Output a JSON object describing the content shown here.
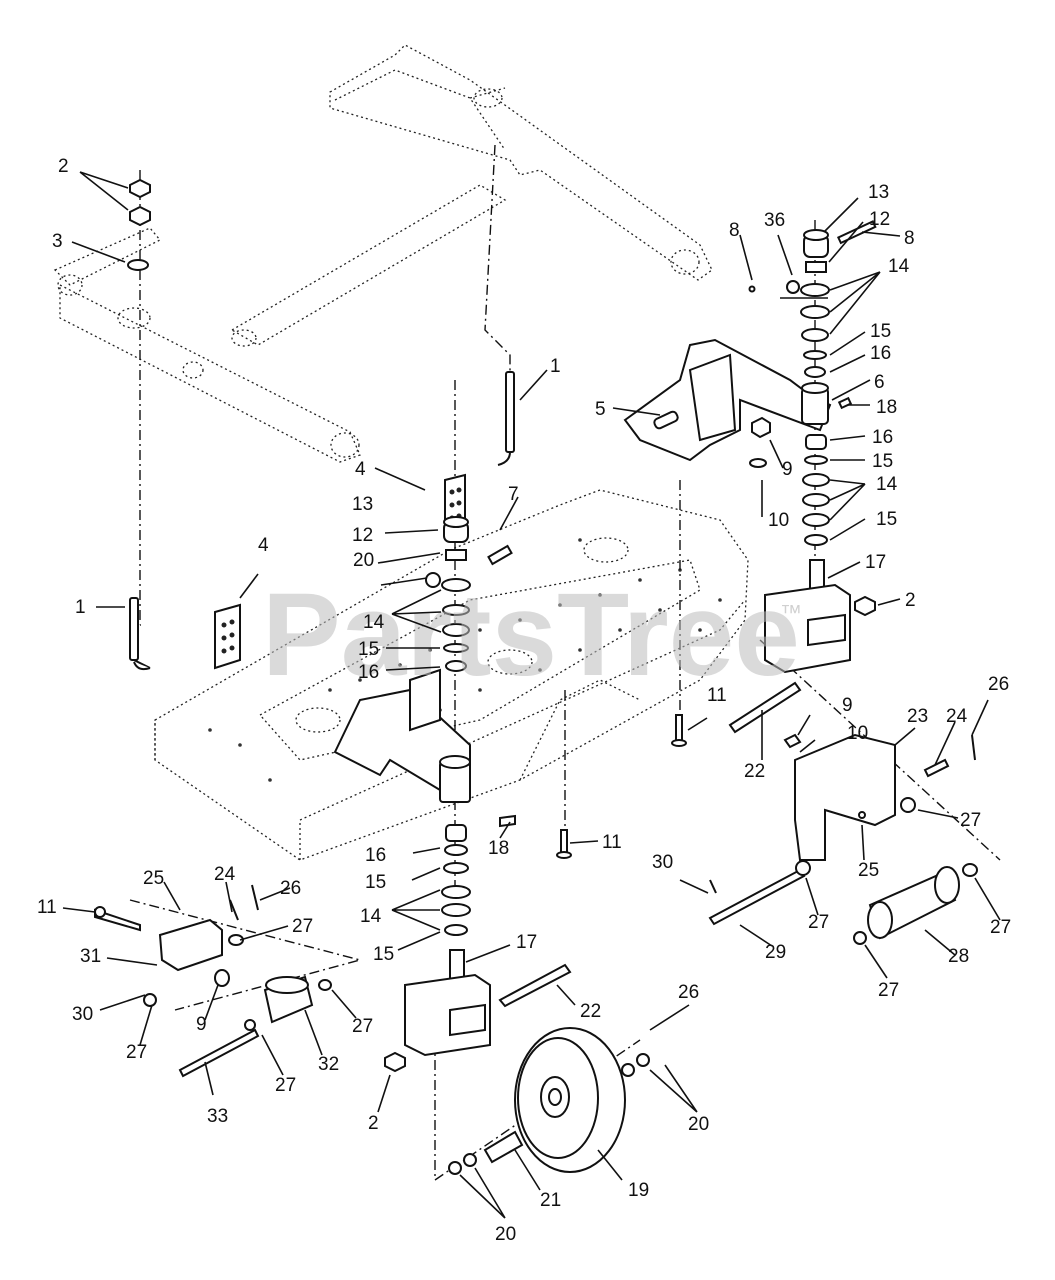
{
  "watermark": {
    "text": "PartsTree",
    "mark": "™"
  },
  "callouts": [
    {
      "id": "c-2a",
      "label": "2"
    },
    {
      "id": "c-3",
      "label": "3"
    },
    {
      "id": "c-1a",
      "label": "1"
    },
    {
      "id": "c-1b",
      "label": "1"
    },
    {
      "id": "c-4a",
      "label": "4"
    },
    {
      "id": "c-4b",
      "label": "4"
    },
    {
      "id": "c-13a",
      "label": "13"
    },
    {
      "id": "c-12a",
      "label": "12"
    },
    {
      "id": "c-20a",
      "label": "20"
    },
    {
      "id": "c-7",
      "label": "7"
    },
    {
      "id": "c-14a",
      "label": "14"
    },
    {
      "id": "c-15a",
      "label": "15"
    },
    {
      "id": "c-16a",
      "label": "16"
    },
    {
      "id": "c-5",
      "label": "5"
    },
    {
      "id": "c-8a",
      "label": "8"
    },
    {
      "id": "c-36",
      "label": "36"
    },
    {
      "id": "c-13b",
      "label": "13"
    },
    {
      "id": "c-12b",
      "label": "12"
    },
    {
      "id": "c-8b",
      "label": "8"
    },
    {
      "id": "c-14b",
      "label": "14"
    },
    {
      "id": "c-15b",
      "label": "15"
    },
    {
      "id": "c-16b",
      "label": "16"
    },
    {
      "id": "c-6",
      "label": "6"
    },
    {
      "id": "c-18a",
      "label": "18"
    },
    {
      "id": "c-9a",
      "label": "9"
    },
    {
      "id": "c-16c",
      "label": "16"
    },
    {
      "id": "c-15c",
      "label": "15"
    },
    {
      "id": "c-10a",
      "label": "10"
    },
    {
      "id": "c-14c",
      "label": "14"
    },
    {
      "id": "c-15d",
      "label": "15"
    },
    {
      "id": "c-17a",
      "label": "17"
    },
    {
      "id": "c-2b",
      "label": "2"
    },
    {
      "id": "c-11a",
      "label": "11"
    },
    {
      "id": "c-22a",
      "label": "22"
    },
    {
      "id": "c-9b",
      "label": "9"
    },
    {
      "id": "c-10b",
      "label": "10"
    },
    {
      "id": "c-23",
      "label": "23"
    },
    {
      "id": "c-24a",
      "label": "24"
    },
    {
      "id": "c-26a",
      "label": "26"
    },
    {
      "id": "c-27a",
      "label": "27"
    },
    {
      "id": "c-18b",
      "label": "18"
    },
    {
      "id": "c-11b",
      "label": "11"
    },
    {
      "id": "c-16d",
      "label": "16"
    },
    {
      "id": "c-15e",
      "label": "15"
    },
    {
      "id": "c-14d",
      "label": "14"
    },
    {
      "id": "c-15f",
      "label": "15"
    },
    {
      "id": "c-17b",
      "label": "17"
    },
    {
      "id": "c-22b",
      "label": "22"
    },
    {
      "id": "c-30a",
      "label": "30"
    },
    {
      "id": "c-25a",
      "label": "25"
    },
    {
      "id": "c-27b",
      "label": "27"
    },
    {
      "id": "c-29",
      "label": "29"
    },
    {
      "id": "c-27c",
      "label": "27"
    },
    {
      "id": "c-28",
      "label": "28"
    },
    {
      "id": "c-27d",
      "label": "27"
    },
    {
      "id": "c-11c",
      "label": "11"
    },
    {
      "id": "c-25b",
      "label": "25"
    },
    {
      "id": "c-24b",
      "label": "24"
    },
    {
      "id": "c-26b",
      "label": "26"
    },
    {
      "id": "c-27e",
      "label": "27"
    },
    {
      "id": "c-31",
      "label": "31"
    },
    {
      "id": "c-30b",
      "label": "30"
    },
    {
      "id": "c-9c",
      "label": "9"
    },
    {
      "id": "c-27f",
      "label": "27"
    },
    {
      "id": "c-27g",
      "label": "27"
    },
    {
      "id": "c-32",
      "label": "32"
    },
    {
      "id": "c-27h",
      "label": "27"
    },
    {
      "id": "c-33",
      "label": "33"
    },
    {
      "id": "c-2c",
      "label": "2"
    },
    {
      "id": "c-26c",
      "label": "26"
    },
    {
      "id": "c-20b",
      "label": "20"
    },
    {
      "id": "c-21",
      "label": "21"
    },
    {
      "id": "c-19",
      "label": "19"
    },
    {
      "id": "c-20c",
      "label": "20"
    }
  ]
}
